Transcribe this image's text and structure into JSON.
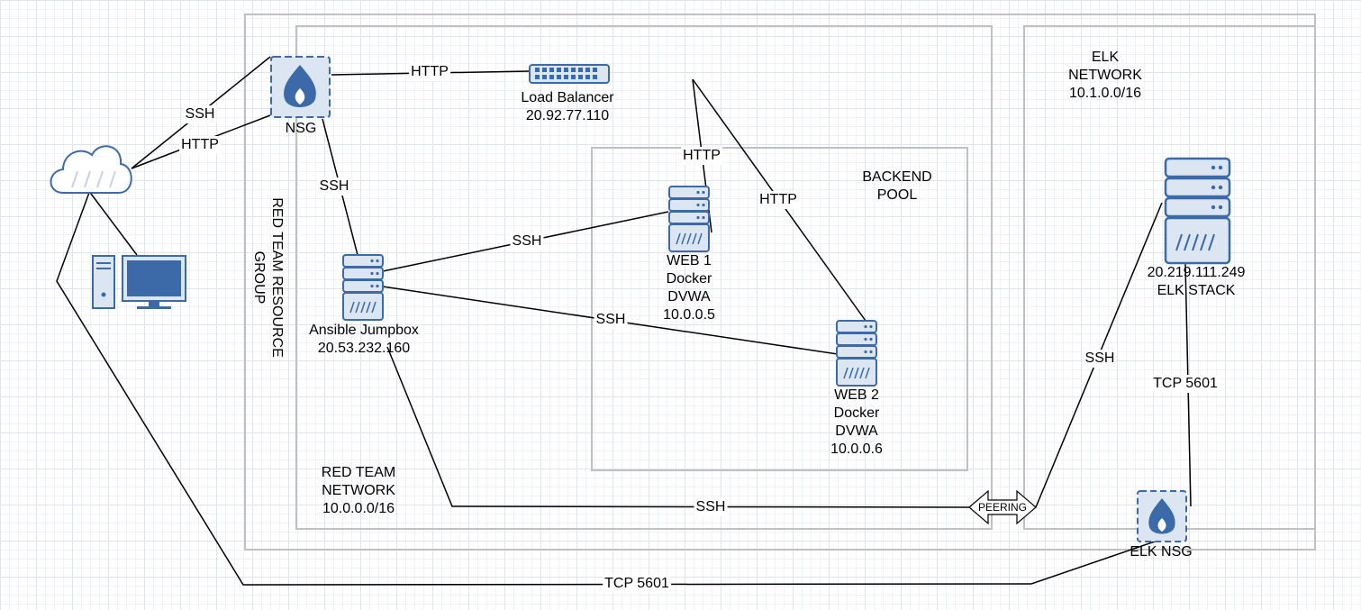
{
  "containers": {
    "resource_group_label": "RED TEAM RESOURCE\nGROUP",
    "red_network_label": "RED TEAM\nNETWORK\n10.0.0.0/16",
    "backend_pool_label": "BACKEND\nPOOL",
    "elk_network_label": "ELK\nNETWORK\n10.1.0.0/16"
  },
  "nodes": {
    "nsg": "NSG",
    "load_balancer": "Load Balancer\n20.92.77.110",
    "jumpbox": "Ansible Jumpbox\n20.53.232.160",
    "web1": "WEB 1\nDocker\nDVWA\n10.0.0.5",
    "web2": "WEB 2\nDocker\nDVWA\n10.0.0.6",
    "elk_stack": "20.219.111.249\nELK STACK",
    "elk_nsg": "ELK NSG",
    "peering": "PEERING"
  },
  "edges": {
    "cloud_nsg_ssh": "SSH",
    "cloud_nsg_http": "HTTP",
    "nsg_lb_http": "HTTP",
    "nsg_jump_ssh": "SSH",
    "lb_web1_http": "HTTP",
    "lb_web2_http": "HTTP",
    "jump_web1_ssh": "SSH",
    "jump_web2_ssh": "SSH",
    "jump_elk_ssh": "SSH",
    "peering_elk_ssh": "SSH",
    "elk_tcp": "TCP 5601",
    "user_elk_tcp": "TCP 5601"
  },
  "colors": {
    "icon_blue": "#3c6aa8",
    "icon_fill": "#dce6f2",
    "container_border": "#c0c0c0"
  }
}
